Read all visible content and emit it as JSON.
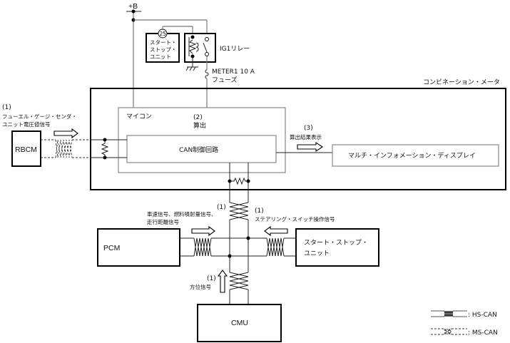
{
  "power": {
    "plus_b": "+B",
    "start_stop_unit_small": [
      "スタート・",
      "ストップ・",
      "ユニット"
    ],
    "terminal_number": "25",
    "ig1_relay": "IG1リレー",
    "fuse_line1": "METER1 10 A",
    "fuse_line2": "フューズ"
  },
  "combination_meter": {
    "label": "コンビネーション・メータ",
    "microcomputer": "マイコン",
    "step2_number": "(2)",
    "step2_label": "算出",
    "can_control_circuit": "CAN制御回路",
    "step3_number": "(3)",
    "step3_label": "算出結果表示",
    "multi_info_display": "マルチ・インフォメーション・ディスプレイ"
  },
  "rbcm": {
    "label": "RBCM",
    "signal_number": "(1)",
    "signal_line1": "フューエル・ゲージ・センダ・",
    "signal_line2": "ユニット電圧値信号"
  },
  "pcm": {
    "label": "PCM",
    "signal_number": "(1)",
    "signal_line1": "車速信号、燃料噴射量信号、",
    "signal_line2": "走行距離信号"
  },
  "start_stop_unit": {
    "label_line1": "スタート・ストップ・",
    "label_line2": "ユニット",
    "signal_number": "(1)",
    "signal_label": "ステアリング・スイッチ操作信号"
  },
  "cmu": {
    "label": "CMU",
    "signal_number": "(1)",
    "signal_label": "方位信号"
  },
  "legend": {
    "hs_can": ": HS-CAN",
    "ms_can": ": MS-CAN"
  }
}
